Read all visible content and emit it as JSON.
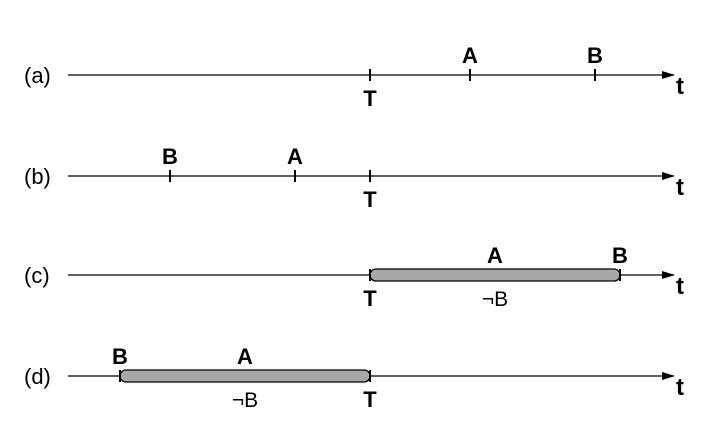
{
  "rows": [
    {
      "label": "(a)",
      "axis_label": "t",
      "ticks": [
        {
          "label": "T",
          "t": 0
        },
        {
          "label": "A",
          "t": 1
        },
        {
          "label": "B",
          "t": 2.25
        }
      ]
    },
    {
      "label": "(b)",
      "axis_label": "t",
      "ticks": [
        {
          "label": "B",
          "t": -2
        },
        {
          "label": "A",
          "t": -0.75
        },
        {
          "label": "T",
          "t": 0
        }
      ]
    },
    {
      "label": "(c)",
      "axis_label": "t",
      "interval": {
        "from": 0,
        "to": 2.5,
        "label_above": "A",
        "label_below": "¬B"
      },
      "ticks": [
        {
          "label": "T",
          "t": 0
        },
        {
          "label": "B",
          "t": 2.5
        }
      ]
    },
    {
      "label": "(d)",
      "axis_label": "t",
      "interval": {
        "from": -2.5,
        "to": 0,
        "label_above": "A",
        "label_below": "¬B"
      },
      "ticks": [
        {
          "label": "B",
          "t": -2.5
        },
        {
          "label": "T",
          "t": 0
        }
      ]
    }
  ],
  "colors": {
    "line": "#000000",
    "interval_fill": "#a8a8a8",
    "background": "#ffffff"
  }
}
